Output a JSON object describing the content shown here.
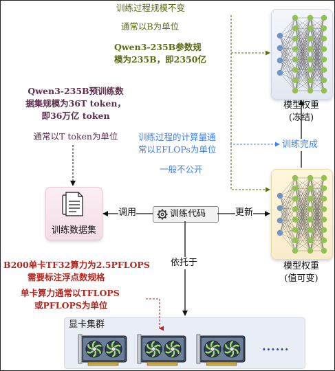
{
  "annotations": {
    "freeze_line1": "训练过程规模不变",
    "freeze_line2": "通常以B为单位",
    "params_line1": "Qwen3-235B参数规",
    "params_line2": "模为235B，即2350亿",
    "data_line1": "Qwen3-235B预训练数",
    "data_line2": "据集规模为36T token，",
    "data_line3": "即36万亿  token",
    "data_unit": "通常以T token为单位",
    "compute_line1": "训练过程的计算量通",
    "compute_line2": "常以EFLOPs为单位",
    "compute_note": "一般不公开",
    "gpu_line1": "B200单卡TF32算力为2.5PFLOPS",
    "gpu_line2": "需要标注浮点数规格",
    "gpu_line3": "单卡算力通常以TFLOPS",
    "gpu_line4": "或PFLOPS为单位"
  },
  "nodes": {
    "frozen_model_title": "模型权重",
    "frozen_model_sub": "(冻结)",
    "trainable_model_title": "模型权重",
    "trainable_model_sub": "(值可变)",
    "dataset": "训练数据集",
    "code": "训练代码",
    "gpu_cluster": "显卡集群",
    "gpu_more": "......"
  },
  "edges": {
    "call": "调用",
    "update": "更新",
    "depends": "依托于",
    "training_done": "训练完成"
  },
  "colors": {
    "olive": "#5b6b12",
    "plum": "#5e2d4d",
    "blue": "#3b82f6",
    "red": "#b1261f",
    "gpu_blue": "#1f3fbf",
    "node_blue": "#6f93c9",
    "node_green": "#8fc24e"
  },
  "icons": [
    "document-icon",
    "gear-icon",
    "gpu-card-icon",
    "neural-network-icon"
  ]
}
